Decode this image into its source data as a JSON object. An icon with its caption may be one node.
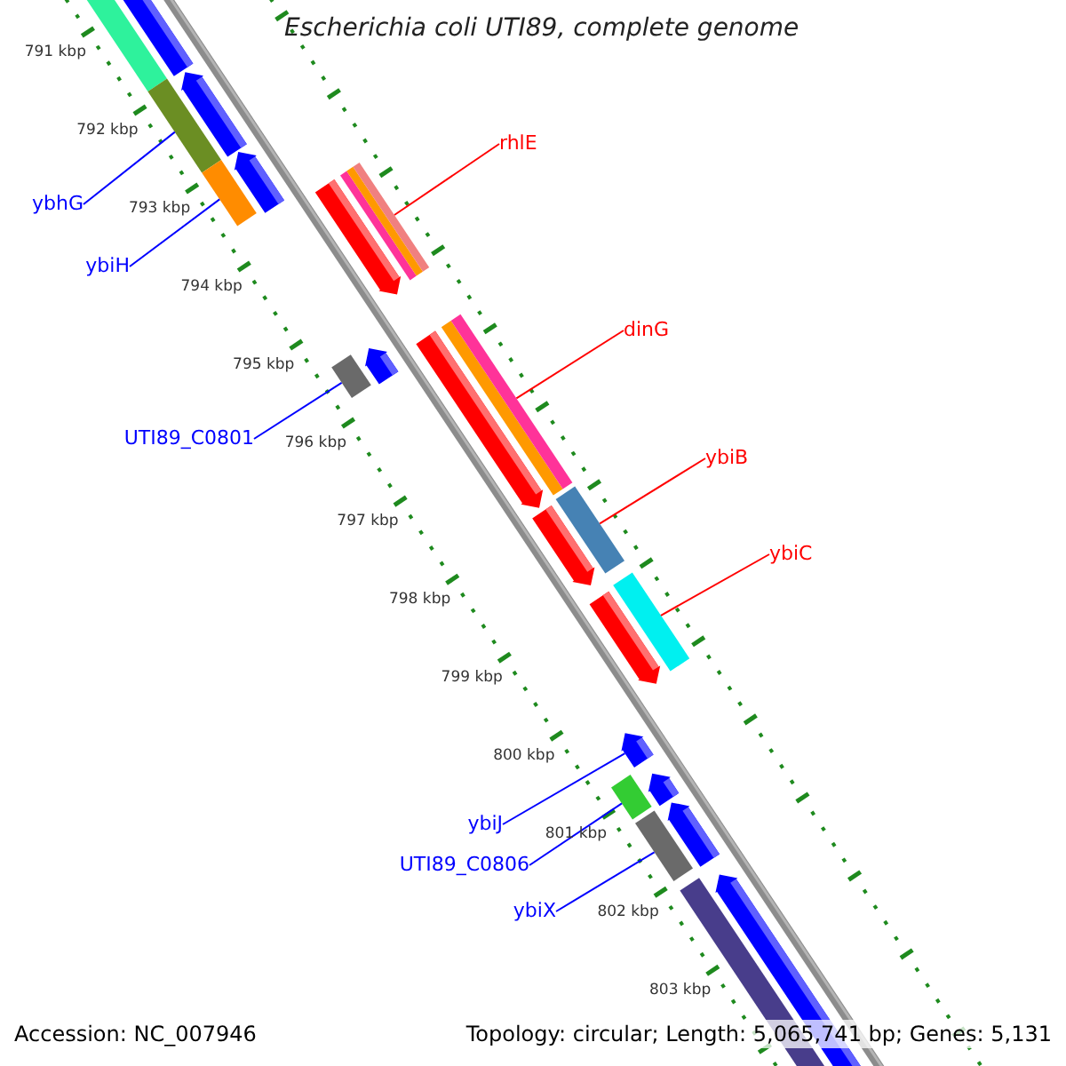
{
  "diagram": {
    "title": "Escherichia coli UTI89, complete genome",
    "nodes": [
      {
        "text": [
          "rhlE"
        ]
      },
      {
        "text": [
          "ybhG"
        ]
      },
      {
        "text": [
          "ybiH"
        ]
      },
      {
        "text": [
          "dinG"
        ]
      },
      {
        "text": [
          "UTI89_C0801"
        ]
      },
      {
        "text": [
          "ybiB"
        ]
      },
      {
        "text": [
          "ybiC"
        ]
      },
      {
        "text": [
          "ybiJ"
        ]
      },
      {
        "text": [
          "UTI89_C0806"
        ]
      },
      {
        "text": [
          "ybiX"
        ]
      },
      {
        "text": [],
        "shape": "bar"
      },
      {
        "text": [],
        "shape": "bar"
      },
      {
        "text": [],
        "shape": "bar"
      },
      {
        "text": [],
        "shape": "bar"
      },
      {
        "text": [],
        "shape": "bar"
      },
      {
        "text": [],
        "shape": "bar"
      },
      {
        "text": [],
        "shape": "bar"
      },
      {
        "text": [],
        "shape": "bar"
      },
      {
        "text": [],
        "shape": "bar"
      },
      {
        "text": [],
        "shape": "bar"
      }
    ],
    "edges": [
      {
        "from": 0,
        "to": 10,
        "arrow": "none",
        "color": "#ff0000"
      },
      {
        "from": 1,
        "to": 11,
        "arrow": "none"
      },
      {
        "from": 2,
        "to": 12,
        "arrow": "none"
      },
      {
        "from": 3,
        "to": 13,
        "arrow": "none",
        "color": "#ff0000"
      },
      {
        "from": 4,
        "to": 14,
        "arrow": "none"
      },
      {
        "from": 5,
        "to": 15,
        "arrow": "none",
        "color": "#ff0000"
      },
      {
        "from": 6,
        "to": 16,
        "arrow": "none",
        "color": "#ff0000"
      },
      {
        "from": 7,
        "to": 17,
        "arrow": "none"
      },
      {
        "from": 8,
        "to": 18,
        "arrow": "none"
      },
      {
        "from": 9,
        "to": 19,
        "arrow": "none"
      }
    ],
    "labels": [
      "791 kbp",
      "792 kbp",
      "793 kbp",
      "794 kbp",
      "795 kbp",
      "796 kbp",
      "797 kbp",
      "798 kbp",
      "799 kbp",
      "800 kbp",
      "801 kbp",
      "802 kbp",
      "803 kbp",
      "Accession: NC_007946",
      "Topology: circular; Length: 5,065,741 bp; Genes: 5,131"
    ]
  }
}
